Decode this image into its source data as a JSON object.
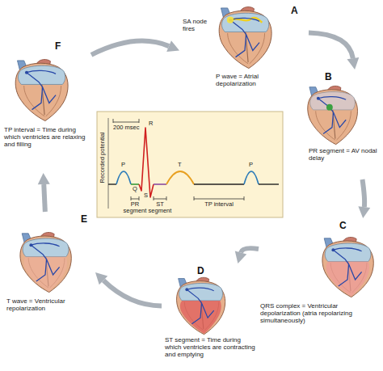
{
  "diagram": {
    "nodes": [
      {
        "text": [
          "A",
          "SA node fires",
          "P wave = Atrial depolarization"
        ]
      },
      {
        "text": [
          "B",
          "PR segment = AV nodal delay"
        ]
      },
      {
        "text": [
          "C",
          "QRS complex = Ventricular depolarization (atria repolarizing simultaneously)"
        ]
      },
      {
        "text": [
          "D",
          "ST segment = Time during which ventricles are contracting and emptying"
        ]
      },
      {
        "text": [
          "E",
          "T wave = Ventricular repolarization"
        ]
      },
      {
        "text": [
          "F",
          "TP interval = Time during which ventricles are relaxing and filling"
        ]
      }
    ],
    "edges": [
      {
        "from": 0,
        "to": 1,
        "arrow": "to"
      },
      {
        "from": 1,
        "to": 2,
        "arrow": "to"
      },
      {
        "from": 2,
        "to": 3,
        "arrow": "to"
      },
      {
        "from": 3,
        "to": 4,
        "arrow": "to"
      },
      {
        "from": 4,
        "to": 5,
        "arrow": "to"
      },
      {
        "from": 5,
        "to": 0,
        "arrow": "to"
      }
    ],
    "labels": [
      "200 msec",
      "R",
      "P",
      "T",
      "P",
      "Q",
      "S",
      "PR segment",
      "ST segment",
      "TP interval",
      "Recorded potential"
    ]
  }
}
